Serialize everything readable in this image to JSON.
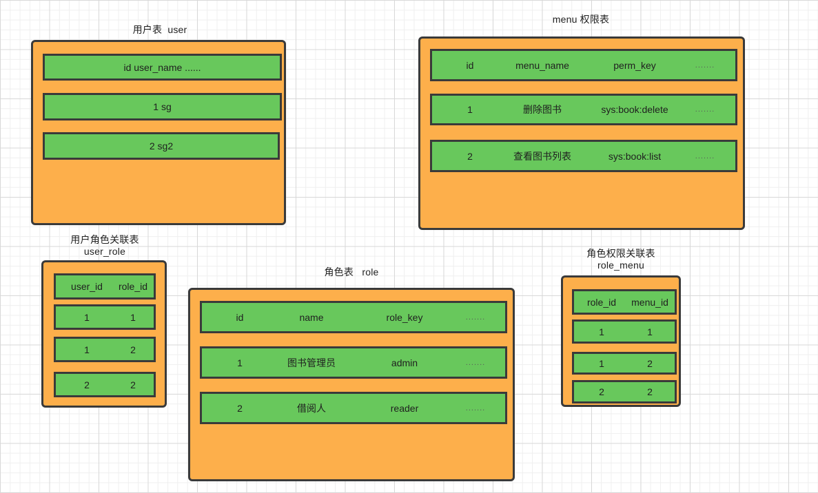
{
  "diagram": {
    "title_note": "RBAC database table relationship diagram",
    "colors": {
      "entity_fill": "#FDAF4B",
      "row_fill": "#68C85C",
      "stroke": "#3A3A3A",
      "grid_minor": "#efefef",
      "grid_major": "#d8d8d8",
      "text": "#1f1f1f"
    },
    "ellipsis": "......."
  },
  "tables": {
    "user": {
      "caption_cn": "用户表  user",
      "rows": [
        {
          "text": "id user_name ......"
        },
        {
          "text": "1     sg"
        },
        {
          "text": "2     sg2"
        }
      ]
    },
    "menu": {
      "caption_cn": "menu 权限表",
      "columns": [
        "id",
        "menu_name",
        "perm_key",
        "......."
      ],
      "rows": [
        [
          "id",
          "menu_name",
          "perm_key",
          "......."
        ],
        [
          "1",
          "删除图书",
          "sys:book:delete",
          "......."
        ],
        [
          "2",
          "查看图书列表",
          "sys:book:list",
          "......."
        ]
      ]
    },
    "user_role": {
      "caption_line1": "用户角色关联表",
      "caption_line2": "user_role",
      "rows": [
        [
          "user_id",
          "role_id"
        ],
        [
          "1",
          "1"
        ],
        [
          "1",
          "2"
        ],
        [
          "2",
          "2"
        ]
      ]
    },
    "role": {
      "caption_cn": "角色表   role",
      "rows": [
        [
          "id",
          "name",
          "role_key",
          "......."
        ],
        [
          "1",
          "图书管理员",
          "admin",
          "......."
        ],
        [
          "2",
          "借阅人",
          "reader",
          "......."
        ]
      ]
    },
    "role_menu": {
      "caption_line1": "角色权限关联表",
      "caption_line2": "role_menu",
      "rows": [
        [
          "role_id",
          "menu_id"
        ],
        [
          "1",
          "1"
        ],
        [
          "1",
          "2"
        ],
        [
          "2",
          "2"
        ]
      ]
    }
  }
}
